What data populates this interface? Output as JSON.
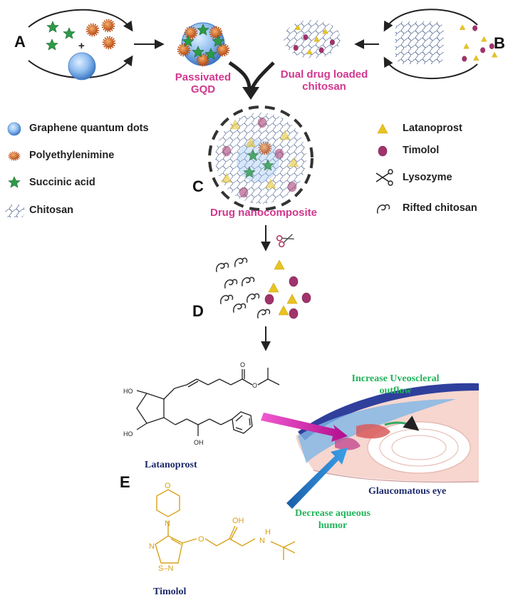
{
  "panels": {
    "a": "A",
    "b": "B",
    "c": "C",
    "d": "D",
    "e": "E"
  },
  "plus_sign": "+",
  "labels": {
    "passivated_gqd": "Passivated\nGQD",
    "dual_drug_chitosan": "Dual drug loaded\nchitosan",
    "drug_nanocomposite": "Drug nanocomposite"
  },
  "legend_left": [
    {
      "icon": "graphene-qd-icon",
      "label": "Graphene quantum dots"
    },
    {
      "icon": "polyethylenimine-icon",
      "label": "Polyethylenimine"
    },
    {
      "icon": "succinic-acid-icon",
      "label": "Succinic acid"
    },
    {
      "icon": "chitosan-mesh-icon",
      "label": "Chitosan"
    }
  ],
  "legend_right": [
    {
      "icon": "latanoprost-icon",
      "label": "Latanoprost"
    },
    {
      "icon": "timolol-icon",
      "label": "Timolol"
    },
    {
      "icon": "scissors-icon",
      "label": "Lysozyme"
    },
    {
      "icon": "rifted-chitosan-icon",
      "label": "Rifted chitosan"
    }
  ],
  "molecules": {
    "latanoprost_name": "Latanoprost",
    "timolol_name": "Timolol",
    "atoms": {
      "ho_top": "HO",
      "ho_bottom": "HO",
      "oh_chain": "OH",
      "o_carbonyl": "O",
      "o_ester": "O",
      "o_morpholine": "O",
      "n_morpholine": "N",
      "n_ring_top": "N",
      "s_n_ring": "S–N",
      "o_ether": "O",
      "oh_timolol": "OH",
      "nh_amine": "N",
      "h_amine": "H"
    }
  },
  "eye": {
    "increase_text": "Increase Uveoscleral\noutflow",
    "decrease_text": "Decrease aqueous\nhumor",
    "caption": "Glaucomatous eye"
  },
  "colors": {
    "pink_text": "#d2378e",
    "green_text": "#22b35a",
    "navy_text": "#1d2a6b",
    "timolol_structure": "#d9a21a",
    "latanoprost_drug": "#e8c321",
    "timolol_drug": "#a0336b",
    "pei": "#d8752a",
    "succinic": "#2e9a48",
    "gqd": "#7fb2e6"
  }
}
